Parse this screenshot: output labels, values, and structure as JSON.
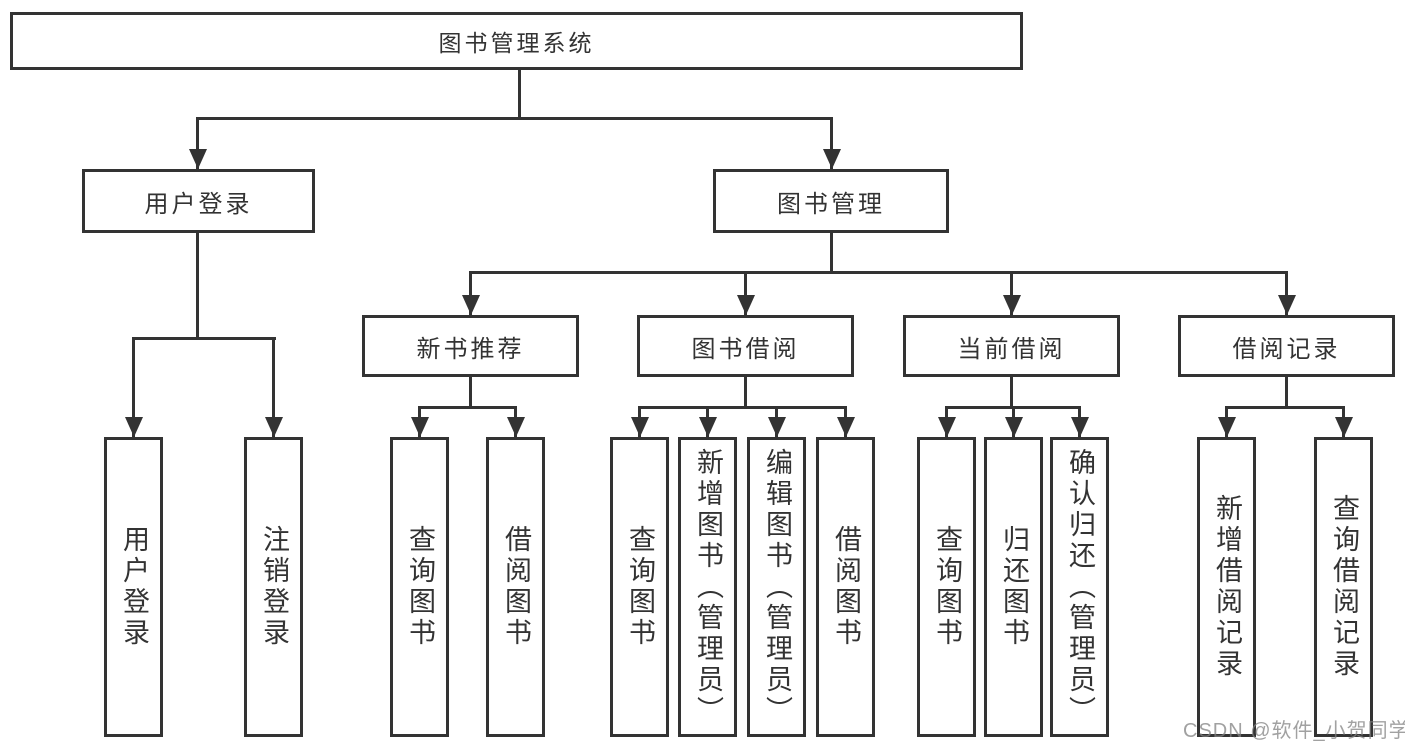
{
  "colors": {
    "line": "#333333",
    "box_border": "#333333",
    "text": "#333333",
    "background": "#ffffff",
    "watermark": "#828282"
  },
  "tree": {
    "root": {
      "label": "图书管理系统"
    },
    "user_login": {
      "label": "用户登录",
      "children": [
        {
          "label": "用户登录"
        },
        {
          "label": "注销登录"
        }
      ]
    },
    "book_mgmt": {
      "label": "图书管理",
      "modules": [
        {
          "label": "新书推荐",
          "children": [
            {
              "label": "查询图书"
            },
            {
              "label": "借阅图书"
            }
          ]
        },
        {
          "label": "图书借阅",
          "children": [
            {
              "label": "查询图书"
            },
            {
              "label": "新增图书（管理员）"
            },
            {
              "label": "编辑图书（管理员）"
            },
            {
              "label": "借阅图书"
            }
          ]
        },
        {
          "label": "当前借阅",
          "children": [
            {
              "label": "查询图书"
            },
            {
              "label": "归还图书"
            },
            {
              "label": "确认归还（管理员）"
            }
          ]
        },
        {
          "label": "借阅记录",
          "children": [
            {
              "label": "新增借阅记录"
            },
            {
              "label": "查询借阅记录"
            }
          ]
        }
      ]
    }
  },
  "watermark": {
    "text": "CSDN @软件_小贺同学"
  }
}
